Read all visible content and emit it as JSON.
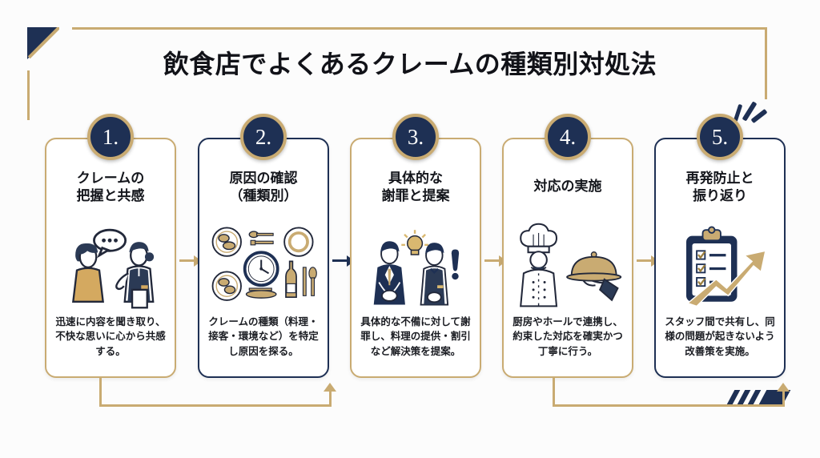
{
  "page": {
    "title": "飲食店でよくあるクレームの種類別対処法",
    "background_color": "#fcfcfc",
    "accent_gold": "#c9ab72",
    "accent_navy": "#1e3054"
  },
  "steps": [
    {
      "number": "1.",
      "heading": "クレームの\n把握と共感",
      "heading_line1": "クレームの",
      "heading_line2": "把握と共感",
      "description": "迅速に内容を聞き取り、不快な思いに心から共感する。",
      "icon": "customer-and-staff-conversation-icon",
      "border_color": "#c9ab72"
    },
    {
      "number": "2.",
      "heading_line1": "原因の確認",
      "heading_line2": "（種類別）",
      "description": "クレームの種類（料理・接客・環境など）を特定し原因を探る。",
      "icon": "food-plates-cutlery-clock-icon",
      "border_color": "#1e3054"
    },
    {
      "number": "3.",
      "heading_line1": "具体的な",
      "heading_line2": "謝罪と提案",
      "description": "具体的な不備に対して謝罪し、料理の提供・割引など解決策を提案。",
      "icon": "bowing-staff-apology-icon",
      "border_color": "#c9ab72"
    },
    {
      "number": "4.",
      "heading_line1": "対応の実施",
      "heading_line2": "",
      "description": "厨房やホールで連携し、約束した対応を確実かつ丁寧に行う。",
      "icon": "chef-with-cloche-icon",
      "border_color": "#c9ab72"
    },
    {
      "number": "5.",
      "heading_line1": "再発防止と",
      "heading_line2": "振り返り",
      "description": "スタッフ間で共有し、同様の問題が起きないよう改善策を実施。",
      "icon": "clipboard-checklist-growth-arrow-icon",
      "border_color": "#1e3054"
    }
  ],
  "decorations": {
    "top_left_corner": "navy-triangle-with-gold-slash",
    "bottom_right_corner": "navy-diagonal-stripes",
    "burst": "navy-burst-marks"
  }
}
